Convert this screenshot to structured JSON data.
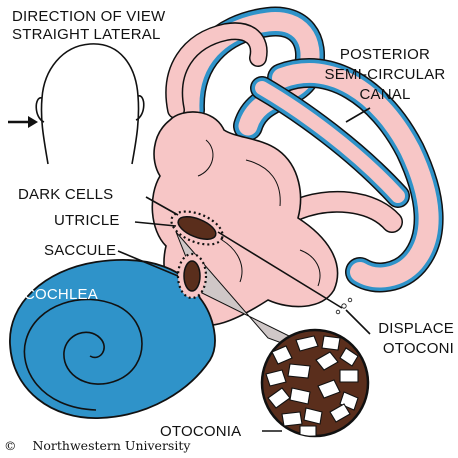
{
  "labels": {
    "direction_line1": "DIRECTION OF VIEW",
    "direction_line2": "STRAIGHT LATERAL",
    "posterior_line1": "POSTERIOR",
    "posterior_line2": "SEMI-CIRCULAR",
    "posterior_line3": "CANAL",
    "dark_cells": "DARK CELLS",
    "utricle": "UTRICLE",
    "saccule": "SACCULE",
    "cochlea": "COCHLEA",
    "displace_line1": "DISPLACE",
    "displace_line2": "OTOCONI",
    "otoconia": "OTOCONIA"
  },
  "copyright": {
    "symbol": "©",
    "text": "Northwestern University"
  },
  "colors": {
    "membrane_pink": "#f7c6c6",
    "endolymph_blue": "#2f93c9",
    "otolith_brown": "#5a2e1c",
    "outline": "#111111"
  }
}
